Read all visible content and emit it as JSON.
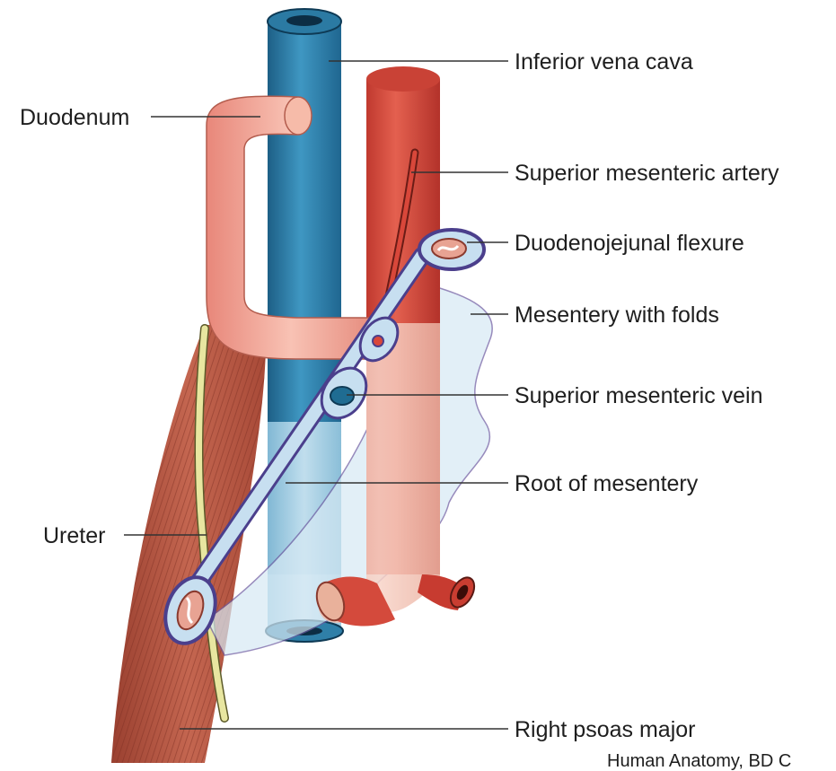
{
  "labels": {
    "inferior_vena_cava": "Inferior vena cava",
    "duodenum": "Duodenum",
    "superior_mesenteric_artery": "Superior mesenteric artery",
    "duodenojejunal_flexure": "Duodenojejunal flexure",
    "mesentery_with_folds": "Mesentery with folds",
    "superior_mesenteric_vein": "Superior mesenteric vein",
    "root_of_mesentery": "Root of mesentery",
    "ureter": "Ureter",
    "right_psoas_major": "Right psoas major"
  },
  "credit": "Human Anatomy, BD C",
  "colors": {
    "vena_cava": "#2e7ea6",
    "artery": "#d9473a",
    "duodenum": "#f2a897",
    "psoas": "#b5533e",
    "ureter": "#e8e6a0",
    "mesentery_outline": "#4b3f8c",
    "mesentery_fill": "#cfe3f1"
  }
}
